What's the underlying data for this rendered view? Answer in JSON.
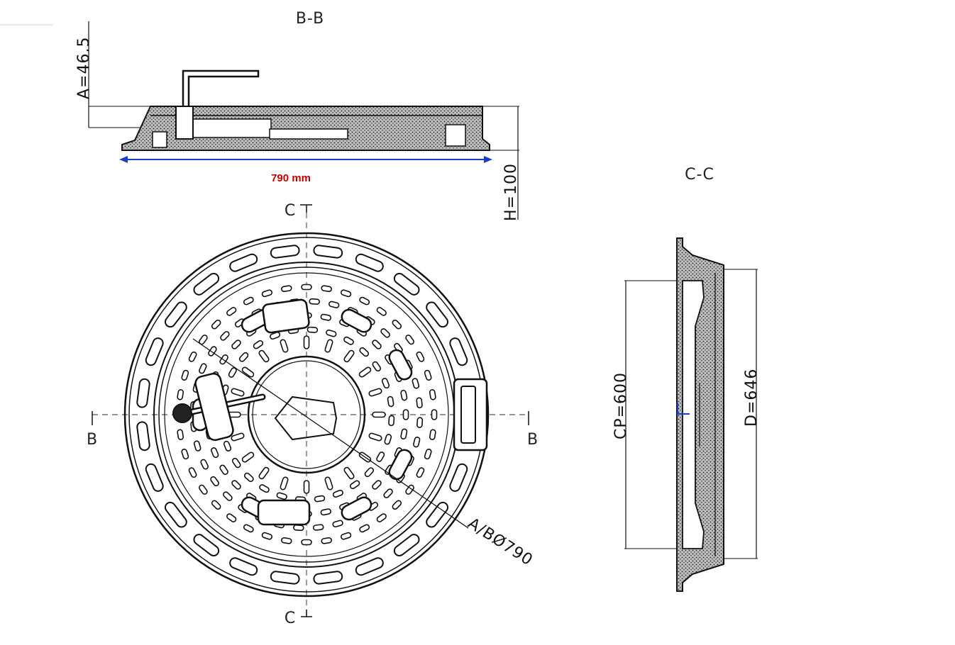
{
  "sections": {
    "bb_title": "B-B",
    "cc_title": "C-C"
  },
  "dimensions": {
    "a_height": "A=46.5",
    "h_height": "H=100",
    "width_mm": "790 mm",
    "cp": "CP=600",
    "d": "D=646",
    "ab_diameter": "A/BØ790"
  },
  "cut_markers": {
    "c_top": "C",
    "c_bottom": "C",
    "b_left": "B",
    "b_right": "B"
  },
  "colors": {
    "line": "#111111",
    "width_arrow": "#1a3cc8",
    "width_text": "#c00000"
  }
}
